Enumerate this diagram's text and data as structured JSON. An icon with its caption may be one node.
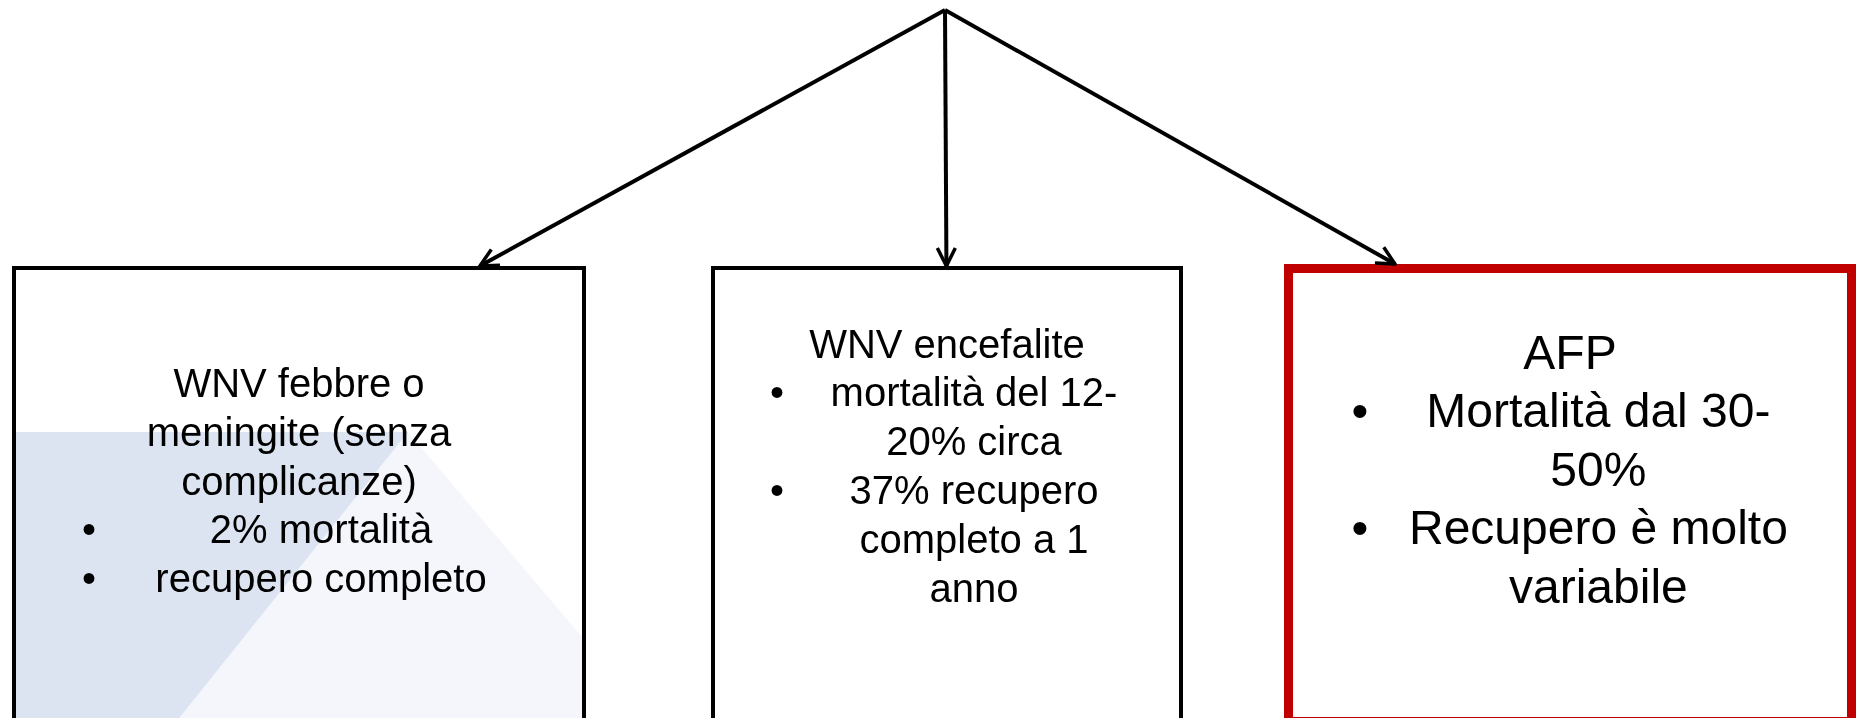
{
  "diagram": {
    "nodes": [
      {
        "text": [
          "WNV febbre o meningite (senza complicanze)",
          "•",
          "2% mortalità",
          "•",
          "recupero completo"
        ]
      },
      {
        "text": [
          "WNV encefalite",
          "•",
          "mortalità del 12-20% circa",
          "•",
          "37% recupero completo a 1 anno"
        ]
      },
      {
        "text": [
          "AFP",
          "•",
          "Mortalità dal 30-50%",
          "•",
          "Recupero è molto variabile"
        ]
      }
    ],
    "edges": [
      {
        "from": null,
        "to": 0,
        "arrow": "to"
      },
      {
        "from": null,
        "to": 1,
        "arrow": "to"
      },
      {
        "from": null,
        "to": 2,
        "arrow": "to"
      }
    ]
  }
}
